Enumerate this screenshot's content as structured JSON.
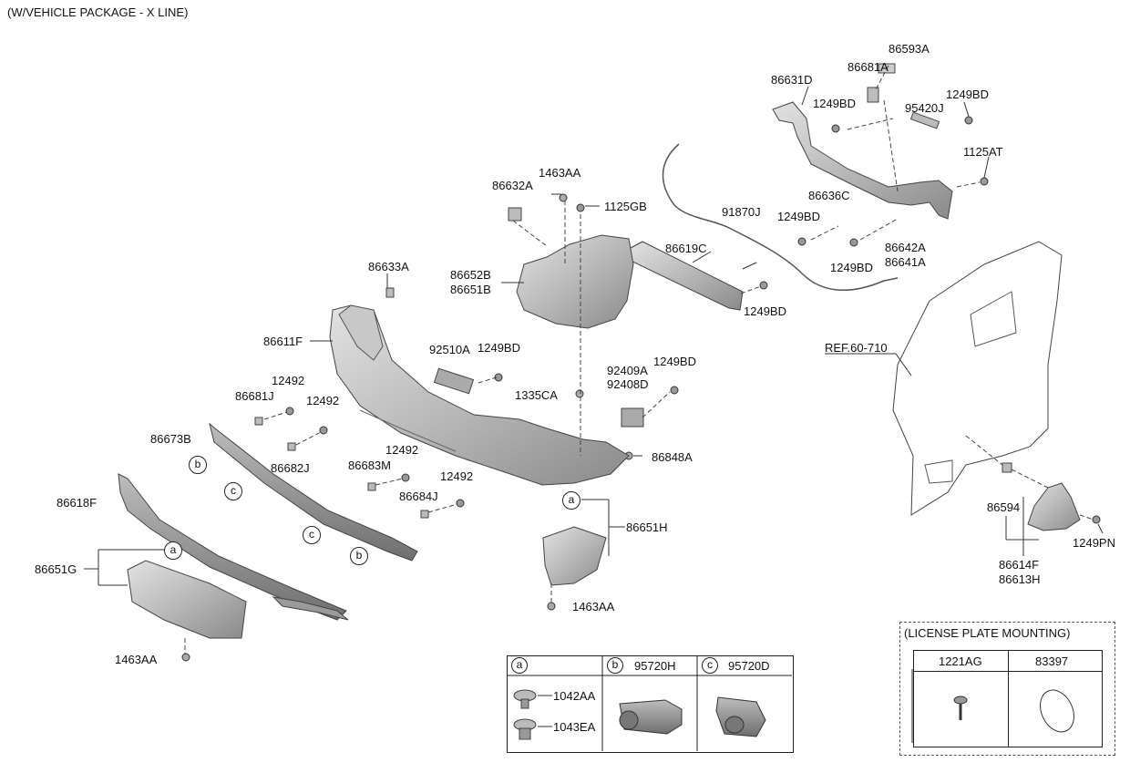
{
  "title": "(W/VEHICLE PACKAGE - X LINE)",
  "ref": "REF.60-710",
  "parts": {
    "p86593A": "86593A",
    "p86681A": "86681A",
    "p86631D": "86631D",
    "p1249BD_a": "1249BD",
    "p95420J": "95420J",
    "p1249BD_b": "1249BD",
    "p1125AT": "1125AT",
    "p1463AA_top": "1463AA",
    "p86632A": "86632A",
    "p1125GB": "1125GB",
    "p86636C": "86636C",
    "p1249BD_c": "1249BD",
    "p91870J": "91870J",
    "p86642A": "86642A",
    "p86641A": "86641A",
    "p1249BD_d": "1249BD",
    "p86619C": "86619C",
    "p86652B": "86652B",
    "p86651B": "86651B",
    "p86633A": "86633A",
    "p1249BD_e": "1249BD",
    "p86611F": "86611F",
    "p92510A": "92510A",
    "p1249BD_f": "1249BD",
    "p92409A": "92409A",
    "p92408D": "92408D",
    "p1249BD_g": "1249BD",
    "p12492_a": "12492",
    "p86681J": "86681J",
    "p12492_b": "12492",
    "p1335CA": "1335CA",
    "p86673B": "86673B",
    "p86682J": "86682J",
    "p86683M": "86683M",
    "p12492_c": "12492",
    "p86848A": "86848A",
    "p12492_d": "12492",
    "p86684J": "86684J",
    "p86618F": "86618F",
    "p86651H": "86651H",
    "p86651G": "86651G",
    "p1463AA_mid": "1463AA",
    "p1463AA_low": "1463AA",
    "p86594": "86594",
    "p86614F": "86614F",
    "p86613H": "86613H",
    "p1249PN": "1249PN"
  },
  "callouts": {
    "a": "a",
    "b": "b",
    "c": "c"
  },
  "legend_table": {
    "col_a_key": "a",
    "col_b_key": "b",
    "col_b_part": "95720H",
    "col_c_key": "c",
    "col_c_part": "95720D",
    "a_item1": "1042AA",
    "a_item2": "1043EA"
  },
  "license_plate": {
    "title": "(LICENSE PLATE MOUNTING)",
    "col1": "1221AG",
    "col2": "83397"
  }
}
